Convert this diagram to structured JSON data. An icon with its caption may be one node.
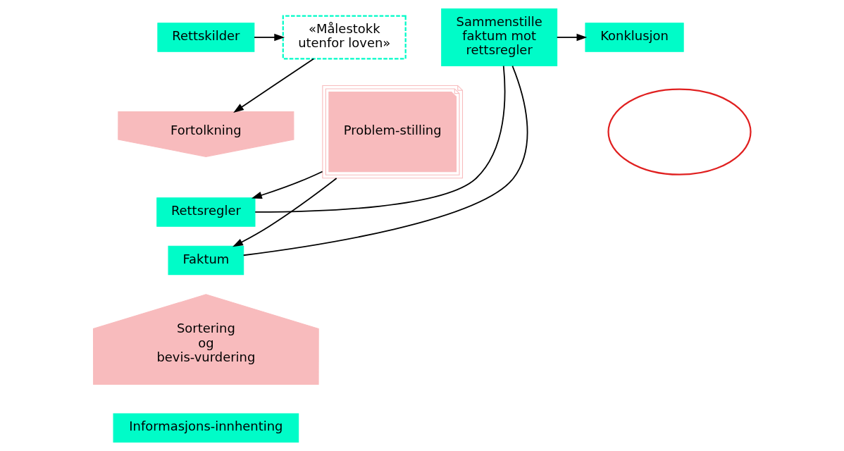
{
  "diagram": {
    "nodes": [
      {
        "text": [
          "Rettskilder"
        ]
      },
      {
        "text": [
          "«Målestokk utenfor loven»"
        ]
      },
      {
        "text": [
          "Fortolkning"
        ]
      },
      {
        "text": [
          "Rettsregler"
        ]
      },
      {
        "text": [
          "Problem-stilling"
        ]
      },
      {
        "text": [
          "Faktum"
        ]
      },
      {
        "text": [
          "Sortering og bevis-vurdering"
        ]
      },
      {
        "text": [
          "Informasjons-innhenting"
        ]
      },
      {
        "text": [
          "Sammenstille faktum mot rettsregler"
        ]
      },
      {
        "text": [
          "Konklusjon"
        ]
      },
      {
        "text": [],
        "shape": "ellipse"
      }
    ],
    "edges": [
      {
        "from": 0,
        "to": 1,
        "arrow": "to"
      },
      {
        "from": 1,
        "to": 2,
        "arrow": "to"
      },
      {
        "from": 4,
        "to": 3,
        "arrow": "to"
      },
      {
        "from": 4,
        "to": 5,
        "arrow": "to"
      },
      {
        "from": 3,
        "to": 8,
        "arrow": "none"
      },
      {
        "from": 5,
        "to": 8,
        "arrow": "none"
      },
      {
        "from": 8,
        "to": 9,
        "arrow": "to"
      }
    ]
  }
}
